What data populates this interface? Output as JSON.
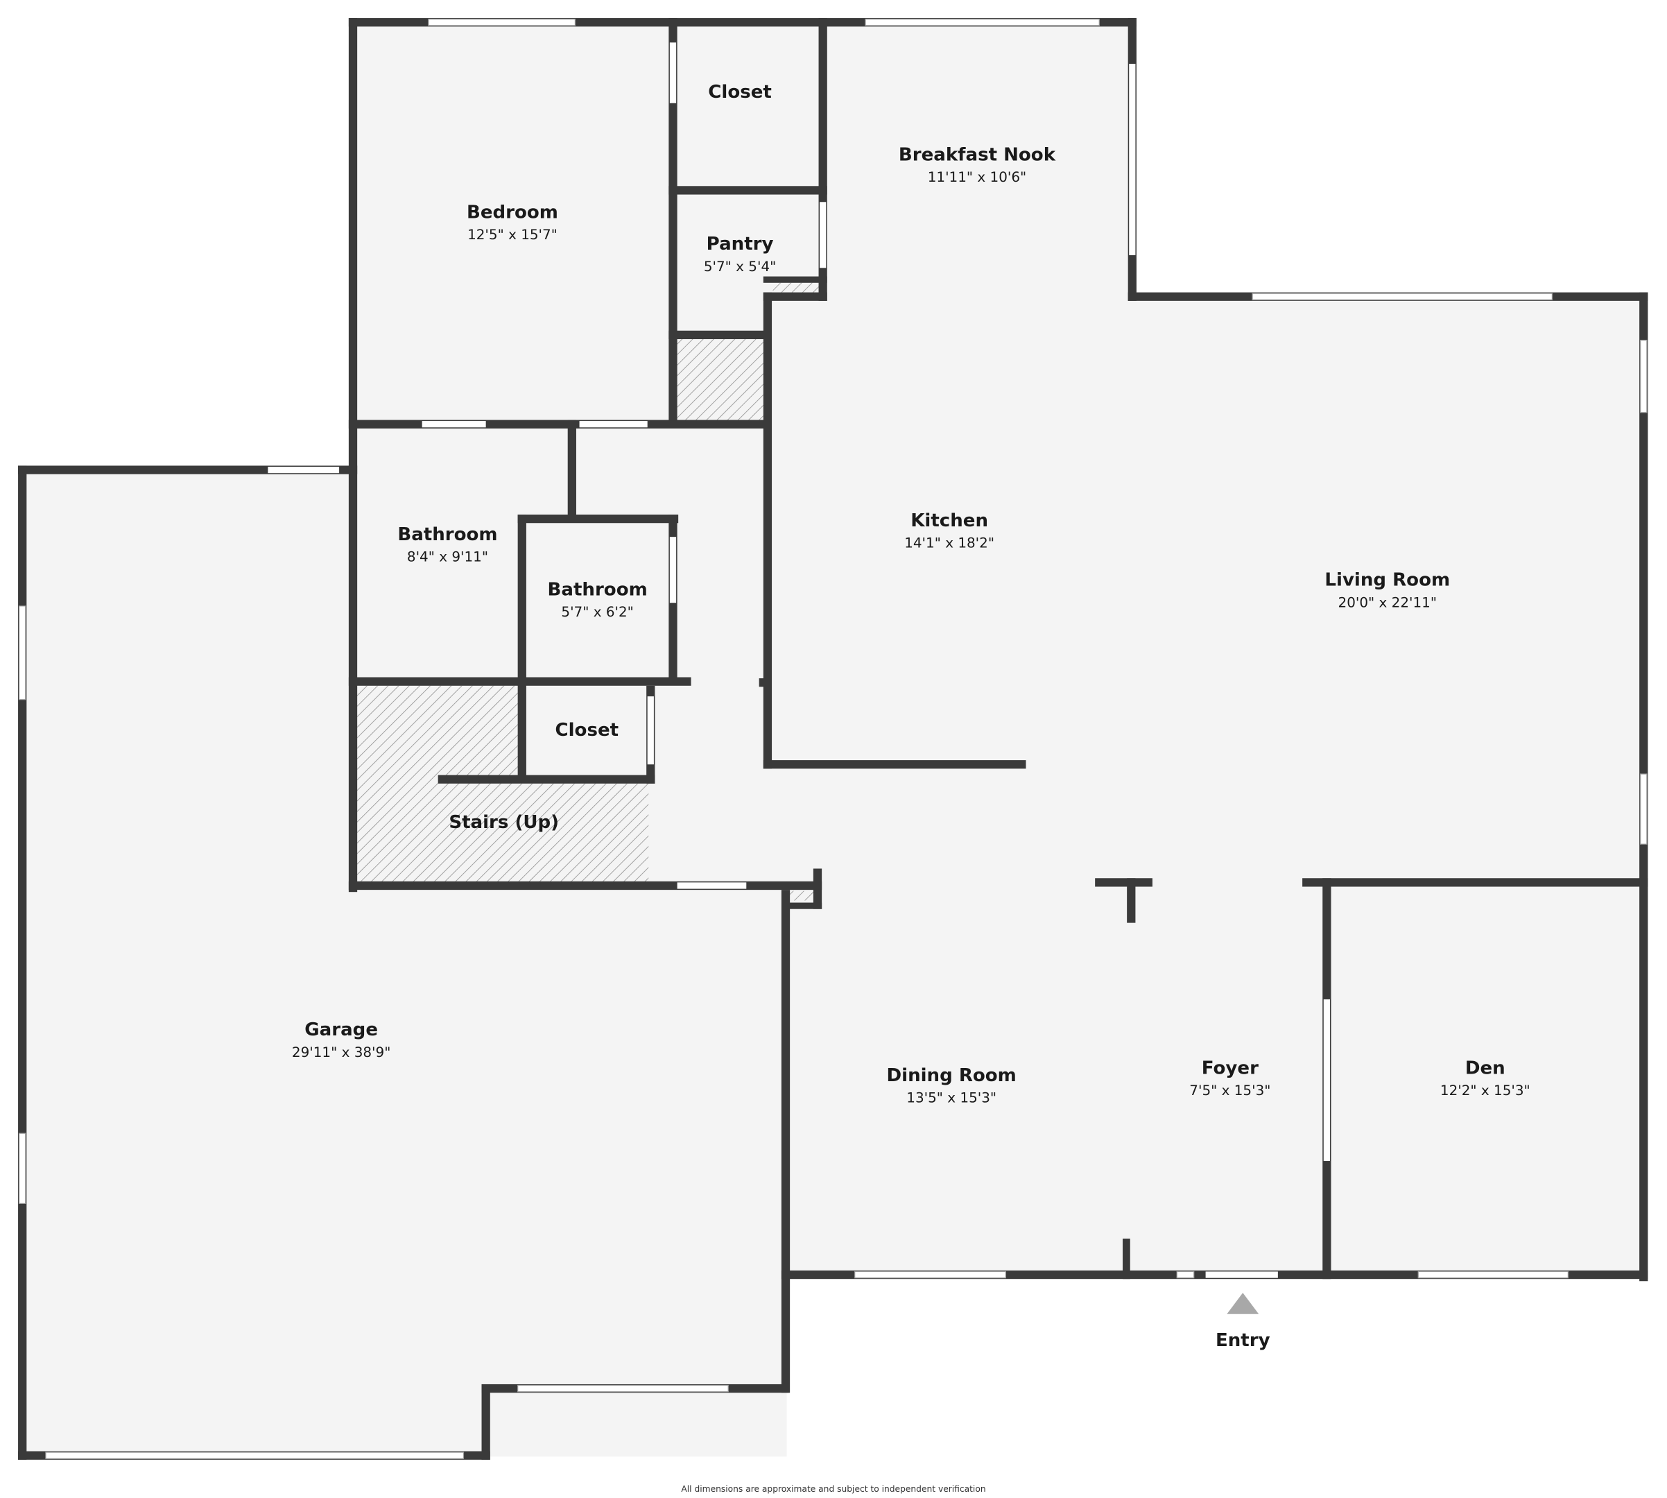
{
  "rooms": {
    "bedroom": {
      "name": "Bedroom",
      "dims": "12'5\" x 15'7\""
    },
    "closet_top": {
      "name": "Closet"
    },
    "breakfast_nook": {
      "name": "Breakfast Nook",
      "dims": "11'11\" x 10'6\""
    },
    "pantry": {
      "name": "Pantry",
      "dims": "5'7\" x 5'4\""
    },
    "kitchen": {
      "name": "Kitchen",
      "dims": "14'1\" x 18'2\""
    },
    "living_room": {
      "name": "Living Room",
      "dims": "20'0\" x 22'11\""
    },
    "bathroom_1": {
      "name": "Bathroom",
      "dims": "8'4\" x 9'11\""
    },
    "bathroom_2": {
      "name": "Bathroom",
      "dims": "5'7\" x 6'2\""
    },
    "closet_mid": {
      "name": "Closet"
    },
    "stairs": {
      "name": "Stairs (Up)"
    },
    "garage": {
      "name": "Garage",
      "dims": "29'11\" x 38'9\""
    },
    "dining_room": {
      "name": "Dining Room",
      "dims": "13'5\" x 15'3\""
    },
    "foyer": {
      "name": "Foyer",
      "dims": "7'5\" x 15'3\""
    },
    "den": {
      "name": "Den",
      "dims": "12'2\" x 15'3\""
    }
  },
  "entry": {
    "label": "Entry",
    "marker_color": "#a8a8a8"
  },
  "footnote": "All dimensions are approximate and subject to independent verification",
  "colors": {
    "wall": "#3a3a3a",
    "floor": "#f4f4f4",
    "background": "#ffffff"
  }
}
